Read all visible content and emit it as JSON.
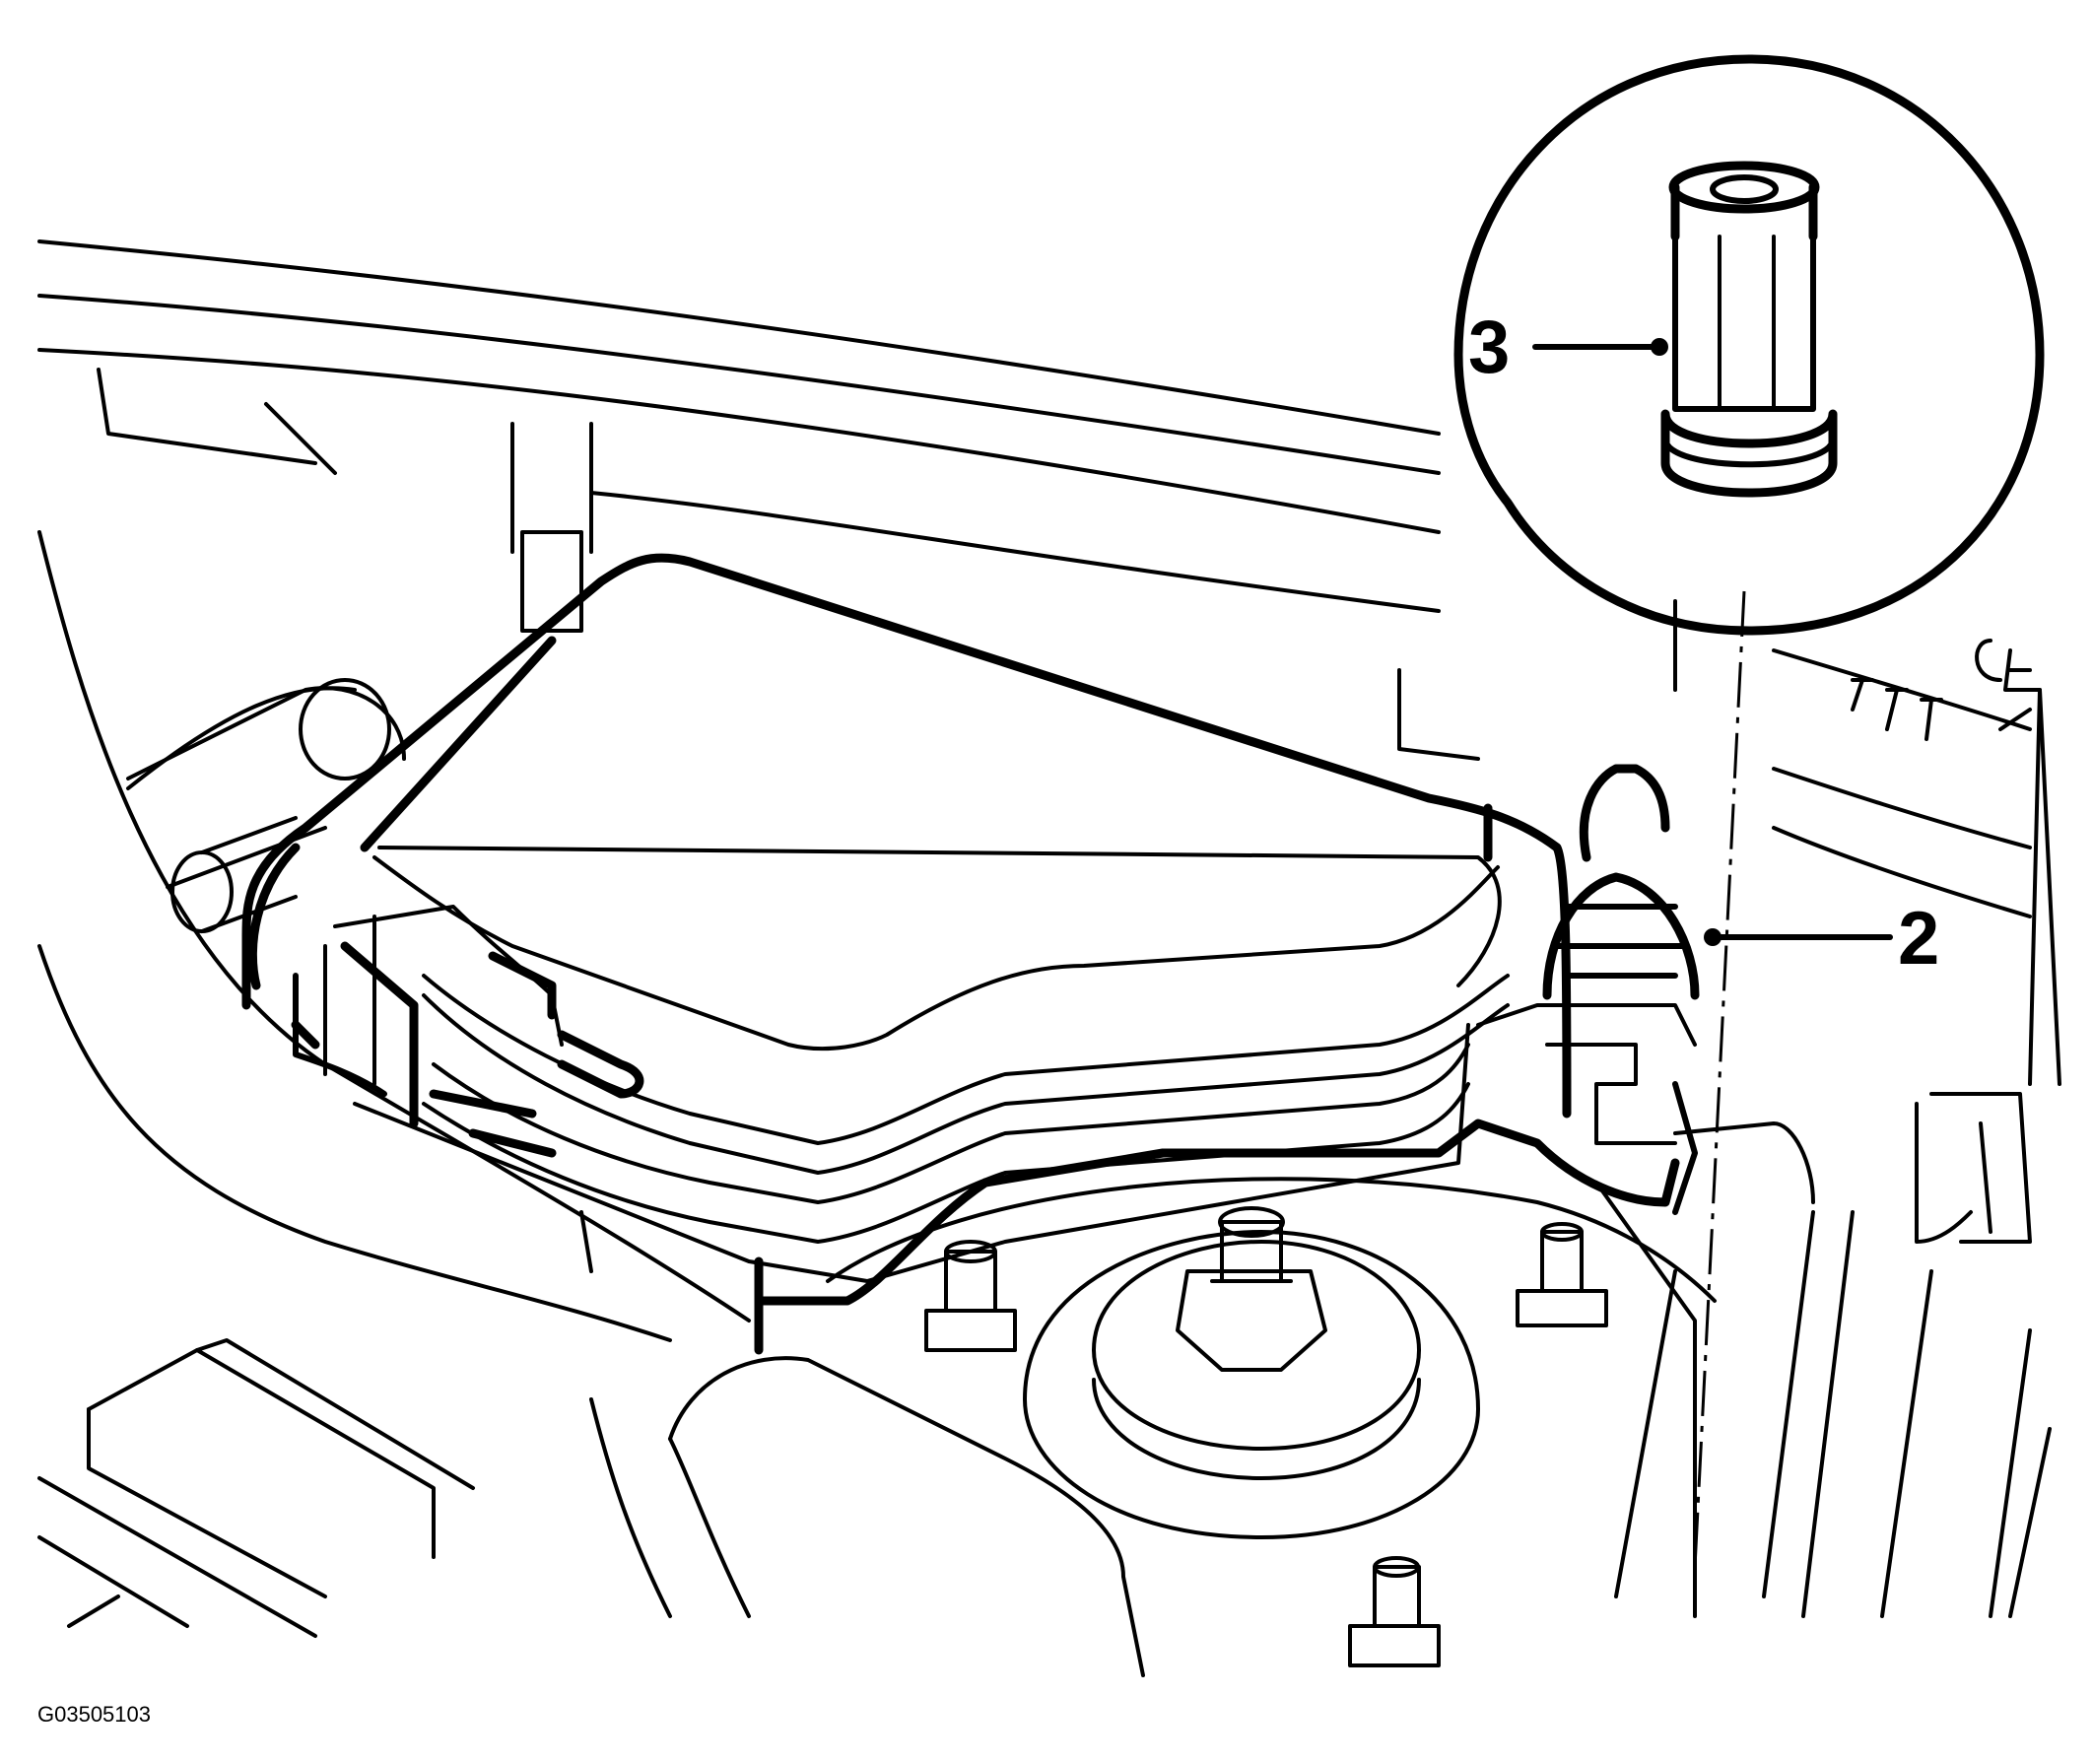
{
  "figure": {
    "figure_id": "G03505103",
    "callouts": [
      {
        "id": "callout-2",
        "label": "2"
      },
      {
        "id": "callout-3",
        "label": "3"
      }
    ]
  },
  "colors": {
    "line": "#000000",
    "background": "#ffffff"
  }
}
